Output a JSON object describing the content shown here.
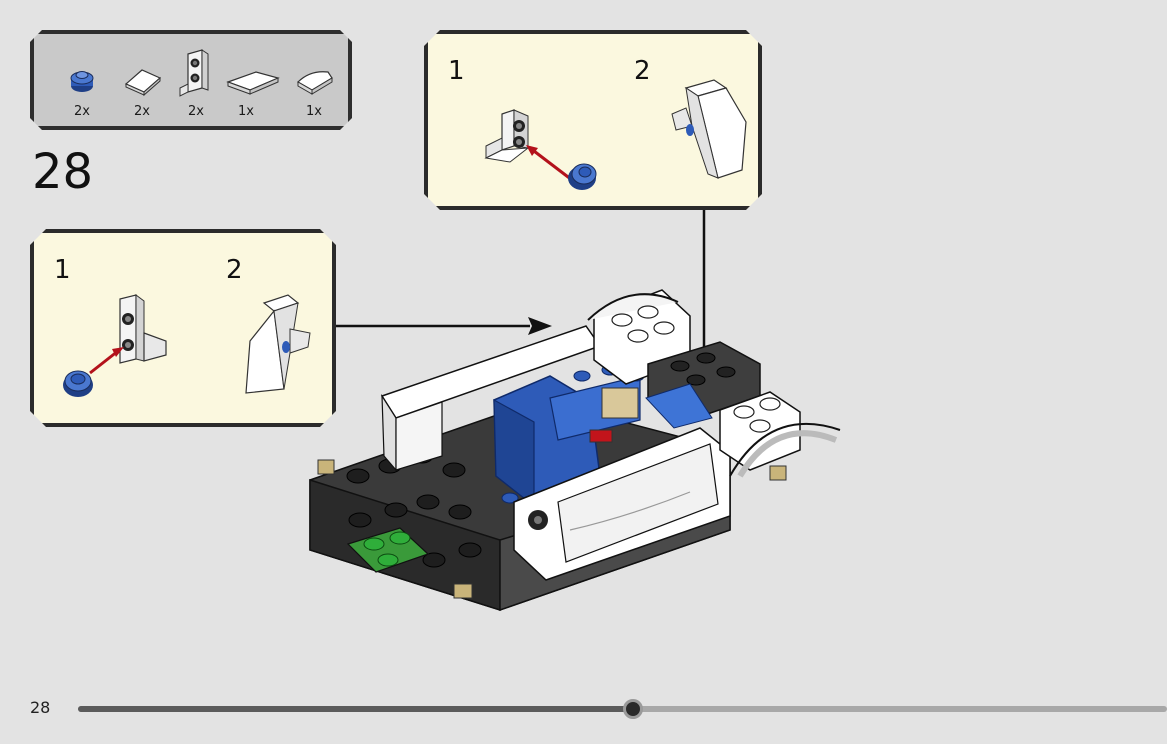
{
  "parts_list": {
    "items": [
      {
        "icon": "blue-round-plate-icon",
        "qty": "2x"
      },
      {
        "icon": "white-slope-tile-icon",
        "qty": "2x"
      },
      {
        "icon": "white-bracket-plate-icon",
        "qty": "2x"
      },
      {
        "icon": "white-wedge-tile-icon",
        "qty": "1x"
      },
      {
        "icon": "white-curved-slope-icon",
        "qty": "1x"
      }
    ]
  },
  "step": {
    "number": "28"
  },
  "sub_assembly_top": {
    "step1": "1",
    "step2": "2"
  },
  "sub_assembly_left": {
    "step1": "1",
    "step2": "2"
  },
  "footer": {
    "page_number": "28",
    "progress": 0.51
  },
  "colors": {
    "background": "#e3e3e3",
    "callout_fill": "#fbf8df",
    "parts_fill": "#c9c9c9",
    "lego_blue": "#2e5bb8",
    "arrow_red": "#b3121b"
  }
}
